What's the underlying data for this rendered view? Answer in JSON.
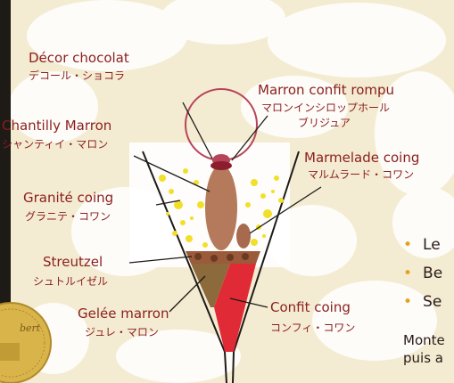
{
  "colors": {
    "background": "#f4ecd2",
    "cloud": "#ffffff",
    "label": "#8b1e1e",
    "leader": "#2a1a1a",
    "bullet": "#e4a21b",
    "dark_band": "#1e1b17",
    "chantilly": "#b57a5c",
    "granite_dots": "#f2df2a",
    "marmelade": "#a86a4e",
    "streutzel": "#9b5a3a",
    "gelee": "#8c6a3c",
    "confit": "#e02a35",
    "decor_ring": "#b8445a",
    "seal": "#d9b44a"
  },
  "labels": {
    "decor": {
      "fr": "Décor chocolat",
      "jp": "デコール・ショコラ"
    },
    "marron_confit": {
      "fr": "Marron confit rompu",
      "jp1": "マロンインシロップホール",
      "jp2": "ブリジュア"
    },
    "chantilly": {
      "fr": "Chantilly Marron",
      "jp": "シャンティイ・マロン"
    },
    "marmelade": {
      "fr": "Marmelade coing",
      "jp": "マルムラード・コワン"
    },
    "granite": {
      "fr": "Granité coing",
      "jp": "グラニテ・コワン"
    },
    "streutzel": {
      "fr": "Streutzel",
      "jp": "シュトルイゼル"
    },
    "gelee": {
      "fr": "Gelée marron",
      "jp": "ジュレ・マロン"
    },
    "confit": {
      "fr": "Confit coing",
      "jp": "コンフィ・コワン"
    }
  },
  "bullets": [
    "Le",
    "Be",
    "Se"
  ],
  "paragraph": [
    "Monte",
    "puis a"
  ],
  "seal": {
    "icon": "seal-logo-icon",
    "text": "bert"
  }
}
